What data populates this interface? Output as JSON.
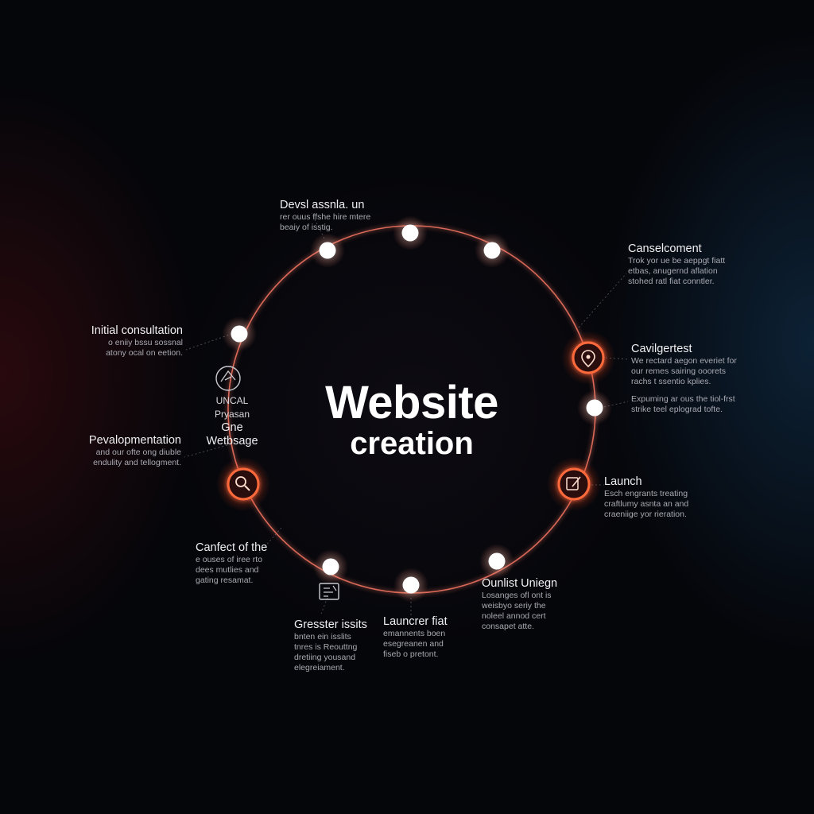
{
  "diagram": {
    "title_line1": "Website",
    "title_line2": "creation",
    "accent_color": "#ff6a3d",
    "ring_color": "#ff7a66",
    "node_color": "#ffffff",
    "stages": [
      {
        "id": "devl",
        "title": "Devsl assnla. un",
        "desc": [
          "rer ouus ffshe hire mtere",
          "beaiy of isstig."
        ]
      },
      {
        "id": "canselcoment",
        "title": "Canselcoment",
        "desc": [
          "Trok yor ue be aeppgt fiatt",
          "etbas, anugernd aflation",
          "stohed ratl fiat conntler."
        ]
      },
      {
        "id": "cavilgertest",
        "title": "Cavilgertest",
        "desc": [
          "We rectard aegon everiet for",
          "our remes sairing ooorets",
          "rachs t ssentio kplies."
        ]
      },
      {
        "id": "exponing",
        "title": "",
        "desc": [
          "Expuming ar ous the tiol-frst",
          "strike teel eplograd tofte."
        ]
      },
      {
        "id": "launch",
        "title": "Launch",
        "desc": [
          "Esch engrants treating",
          "craftlumy asnta an and",
          "craeniige yor rieration."
        ]
      },
      {
        "id": "ounlist",
        "title": "Ounlist Uniegn",
        "desc": [
          "Losanges ofl ont is",
          "weisbyo seriy the",
          "noleel annod cert",
          "consapet atte."
        ]
      },
      {
        "id": "launcrer",
        "title": "Launcrer fiat",
        "desc": [
          "emannents boen",
          "esegreanen and",
          "fiseb o pretont."
        ]
      },
      {
        "id": "gresster",
        "title": "Gresster issits",
        "desc": [
          "bnten ein isslits",
          "tnres is Reouttng",
          "dretiing yousand",
          "elegreiament."
        ]
      },
      {
        "id": "canfect",
        "title": "Canfect of the",
        "desc": [
          "e ouses of iree rto",
          "dees mutlies and",
          "gating resamat."
        ]
      },
      {
        "id": "develop",
        "title": "Pevalopmentation",
        "desc": [
          "and our ofte ong diuble",
          "endulity and tellogment."
        ]
      },
      {
        "id": "initial",
        "title": "Initial consultation",
        "desc": [
          "o eniiy bssu sossnal",
          "atony ocal on eetion."
        ]
      }
    ],
    "side_stack": [
      "UNCAL",
      "Pryasan",
      "Gne",
      "Wetbsage"
    ]
  }
}
